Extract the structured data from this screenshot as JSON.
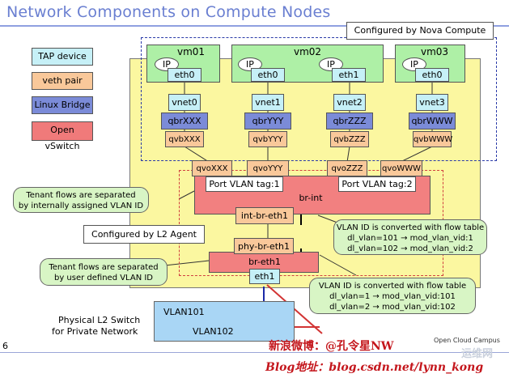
{
  "title": "Network Components on Compute Nodes",
  "legend": {
    "tap": "TAP device",
    "veth": "veth pair",
    "bridge": "Linux Bridge",
    "ovs": "Open vSwitch"
  },
  "nova_label": "Configured by Nova Compute",
  "l2_label": "Configured by L2 Agent",
  "vms": [
    {
      "name": "vm01",
      "ip": "IP",
      "eth": "eth0"
    },
    {
      "name": "vm02",
      "ip1": "IP",
      "eth1": "eth0",
      "ip2": "IP",
      "eth2": "eth1"
    },
    {
      "name": "vm03",
      "ip": "IP",
      "eth": "eth0"
    }
  ],
  "vnets": [
    "vnet0",
    "vnet1",
    "vnet2",
    "vnet3"
  ],
  "qbrs": [
    "qbrXXX",
    "qbrYYY",
    "qbrZZZ",
    "qbrWWW"
  ],
  "qvbs": [
    "qvbXXX",
    "qvbYYY",
    "qvbZZZ",
    "qvbWWW"
  ],
  "qvos": [
    "qvoXXX",
    "qvoYYY",
    "qvoZZZ",
    "qvoWWW"
  ],
  "br_int": {
    "label": "br-int",
    "tag1": "Port VLAN tag:1",
    "tag2": "Port VLAN tag:2",
    "int_br_eth1": "int-br-eth1"
  },
  "br_eth1": {
    "label": "br-eth1",
    "phy_br_eth1": "phy-br-eth1",
    "eth1": "eth1"
  },
  "notes": {
    "tenant_int_1": "Tenant flows are separated",
    "tenant_int_2": "by internally assigned VLAN ID",
    "tenant_user_1": "Tenant flows are separated",
    "tenant_user_2": "by user defined VLAN ID",
    "flow1_1": "VLAN ID is converted with flow table",
    "flow1_2": "dl_vlan=101 → mod_vlan_vid:1",
    "flow1_3": "dl_vlan=102 → mod_vlan_vid:2",
    "flow2_1": "VLAN ID is converted with flow table",
    "flow2_2": "dl_vlan=1 → mod_vlan_vid:101",
    "flow2_3": "dl_vlan=2 → mod_vlan_vid:102"
  },
  "switch": {
    "vlan101": "VLAN101",
    "vlan102": "VLAN102",
    "caption1": "Physical L2 Switch",
    "caption2": "for Private Network"
  },
  "page_number": "6",
  "footer_brand": "Open Cloud Campus",
  "watermark": {
    "line1": "新浪微博：@孔令星NW",
    "line2": "Blog地址：blog.csdn.net/lynn_kong",
    "site": "运维网"
  },
  "colors": {
    "title": "#6a7fd1",
    "tap": "#c6f0f7",
    "veth": "#f9c89a",
    "bridge": "#7b8bd8",
    "ovs": "#f28080",
    "vm": "#aef0a6",
    "yellow": "#fbf7a0",
    "note": "#d8f5c5",
    "switch": "#a9d6f5"
  }
}
